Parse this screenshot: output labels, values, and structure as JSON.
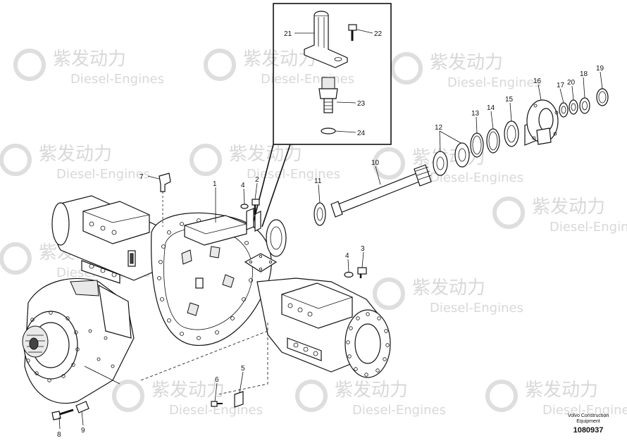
{
  "watermark": {
    "brand": "紫发动力",
    "tagline": "Diesel-Engines"
  },
  "callouts": [
    "1",
    "2",
    "3",
    "4",
    "5",
    "6",
    "7",
    "8",
    "9",
    "10",
    "11",
    "12",
    "13",
    "14",
    "15",
    "16",
    "17",
    "18",
    "19",
    "20",
    "21",
    "22",
    "23",
    "24"
  ],
  "callout_4_repeat": "4",
  "stamp": {
    "line1": "Volvo Construction",
    "line2": "Equipment",
    "number": "1080937"
  },
  "colors": {
    "ink": "#111111",
    "watermark": "#d8d8d8",
    "background": "#ffffff"
  }
}
